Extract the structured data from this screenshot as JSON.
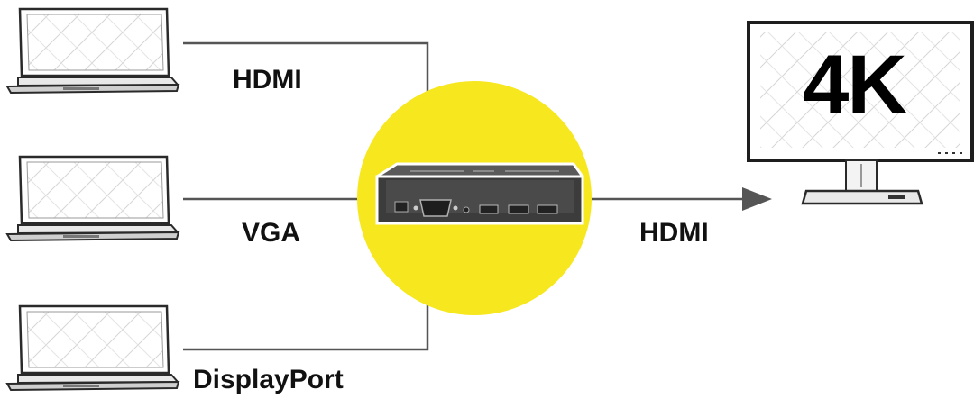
{
  "labels": {
    "input_1": "HDMI",
    "input_2": "VGA",
    "input_3": "DisplayPort",
    "output": "HDMI"
  },
  "display": {
    "resolution": "4K"
  },
  "colors": {
    "highlight": "#F7E71F",
    "line": "#555555",
    "device_body": "#3c3c3c",
    "text": "#111111"
  },
  "icons": {
    "source": "laptop-icon",
    "hub": "video-switcher-icon",
    "sink": "monitor-icon",
    "direction": "arrow-right-icon"
  }
}
